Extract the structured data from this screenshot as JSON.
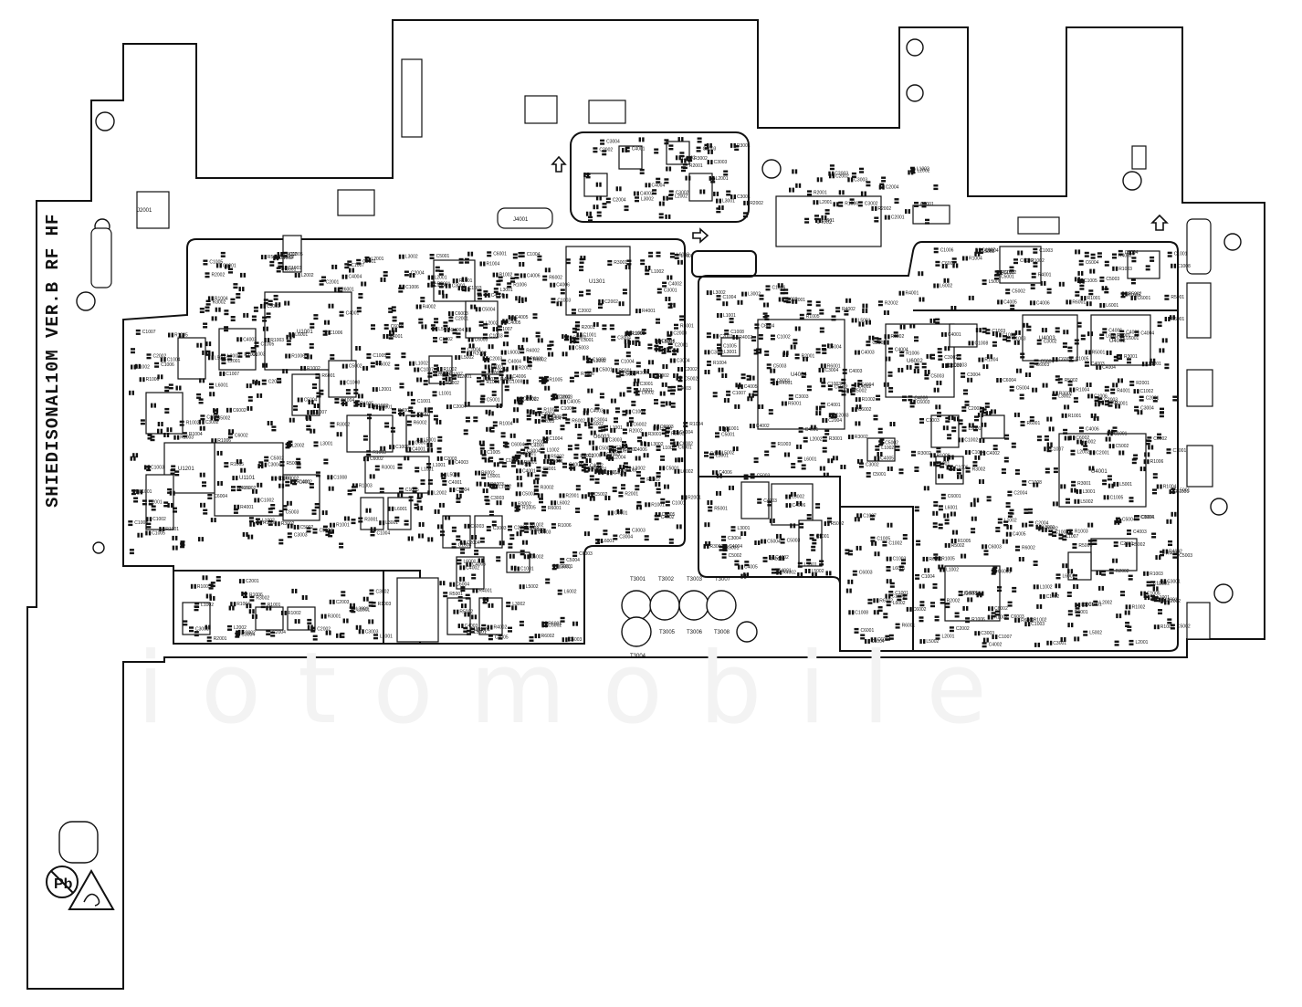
{
  "board": {
    "title": "SHIEDISONAL10M VER.B RF HF",
    "watermark": "iotomobile",
    "stroke_color": "#111111",
    "background": "#ffffff"
  },
  "symbols": {
    "lead_free": "Pb",
    "esd_icon": "esd-warning-icon"
  },
  "test_points": [
    {
      "label": "T3001"
    },
    {
      "label": "T3002"
    },
    {
      "label": "T3003"
    },
    {
      "label": "T3007"
    },
    {
      "label": "T3004"
    },
    {
      "label": "T3005"
    },
    {
      "label": "T3006"
    },
    {
      "label": "T3008"
    }
  ],
  "chips": [
    {
      "label": "U1001"
    },
    {
      "label": "U1101"
    },
    {
      "label": "U1201"
    },
    {
      "label": "U1301"
    },
    {
      "label": "U4001"
    },
    {
      "label": "U4002"
    },
    {
      "label": "U4003"
    },
    {
      "label": "U4004"
    },
    {
      "label": "U6002"
    },
    {
      "label": "U3001"
    },
    {
      "label": "J4002"
    },
    {
      "label": "J2001"
    },
    {
      "label": "J4001"
    },
    {
      "label": "U6003"
    }
  ],
  "component_labels": [
    "C1001",
    "C1002",
    "C1003",
    "C1004",
    "C1005",
    "C1006",
    "C1007",
    "C1008",
    "R1001",
    "R1002",
    "R1003",
    "R1004",
    "R1005",
    "R1006",
    "L1001",
    "L1002",
    "C2001",
    "C2002",
    "C2003",
    "C2004",
    "R2001",
    "R2002",
    "L2001",
    "L2002",
    "C3001",
    "C3002",
    "C3003",
    "C3004",
    "R3001",
    "R3002",
    "L3001",
    "L3002",
    "C4001",
    "C4002",
    "C4003",
    "C4004",
    "C4005",
    "C4006",
    "R4001",
    "R4002",
    "C5001",
    "C5002",
    "C5003",
    "C5004",
    "R5001",
    "R5002",
    "L5001",
    "L5002",
    "C6001",
    "C6002",
    "C6003",
    "C6004",
    "R6001",
    "R6002",
    "L6001",
    "L6002"
  ]
}
